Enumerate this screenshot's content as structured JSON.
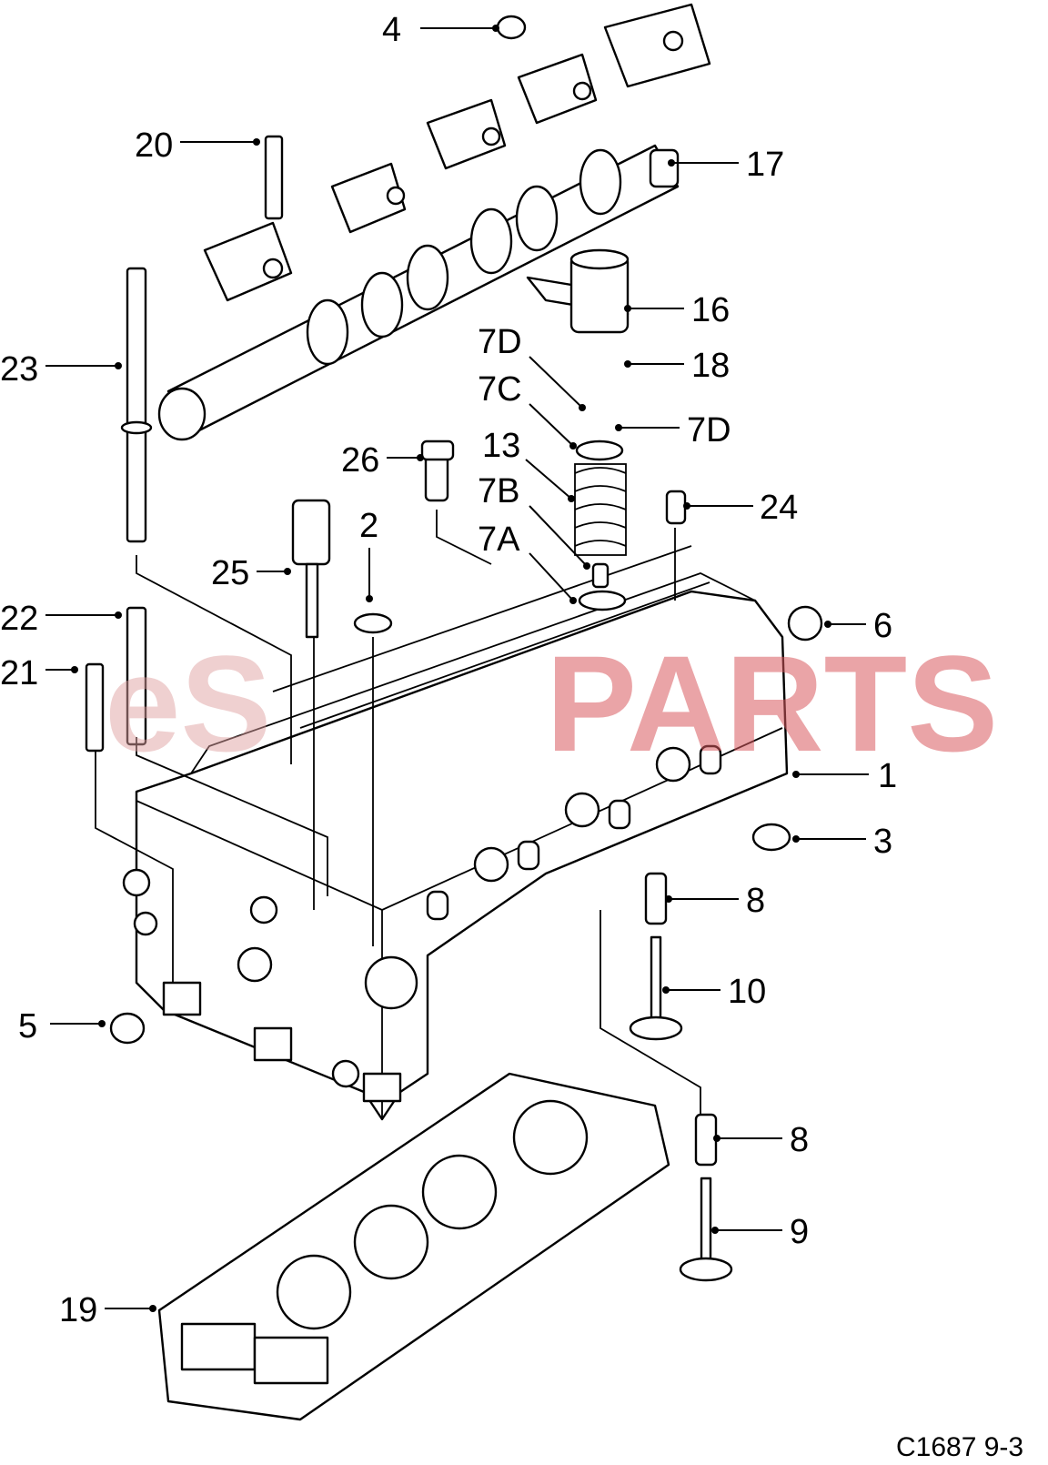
{
  "watermark": {
    "prefix": "eS",
    "suffix": "PARTS"
  },
  "figure_code": "C1687 9-3",
  "callouts": [
    {
      "id": "c4",
      "label": "4"
    },
    {
      "id": "c20",
      "label": "20"
    },
    {
      "id": "c17",
      "label": "17"
    },
    {
      "id": "c16",
      "label": "16"
    },
    {
      "id": "c23",
      "label": "23"
    },
    {
      "id": "c7d-top",
      "label": "7D"
    },
    {
      "id": "c18",
      "label": "18"
    },
    {
      "id": "c7c",
      "label": "7C"
    },
    {
      "id": "c7d-right",
      "label": "7D"
    },
    {
      "id": "c26",
      "label": "26"
    },
    {
      "id": "c13",
      "label": "13"
    },
    {
      "id": "c7b",
      "label": "7B"
    },
    {
      "id": "c24",
      "label": "24"
    },
    {
      "id": "c2",
      "label": "2"
    },
    {
      "id": "c7a",
      "label": "7A"
    },
    {
      "id": "c25",
      "label": "25"
    },
    {
      "id": "c6",
      "label": "6"
    },
    {
      "id": "c22",
      "label": "22"
    },
    {
      "id": "c21",
      "label": "21"
    },
    {
      "id": "c1",
      "label": "1"
    },
    {
      "id": "c3",
      "label": "3"
    },
    {
      "id": "c8-top",
      "label": "8"
    },
    {
      "id": "c10",
      "label": "10"
    },
    {
      "id": "c5",
      "label": "5"
    },
    {
      "id": "c8-bottom",
      "label": "8"
    },
    {
      "id": "c9",
      "label": "9"
    },
    {
      "id": "c19",
      "label": "19"
    }
  ]
}
